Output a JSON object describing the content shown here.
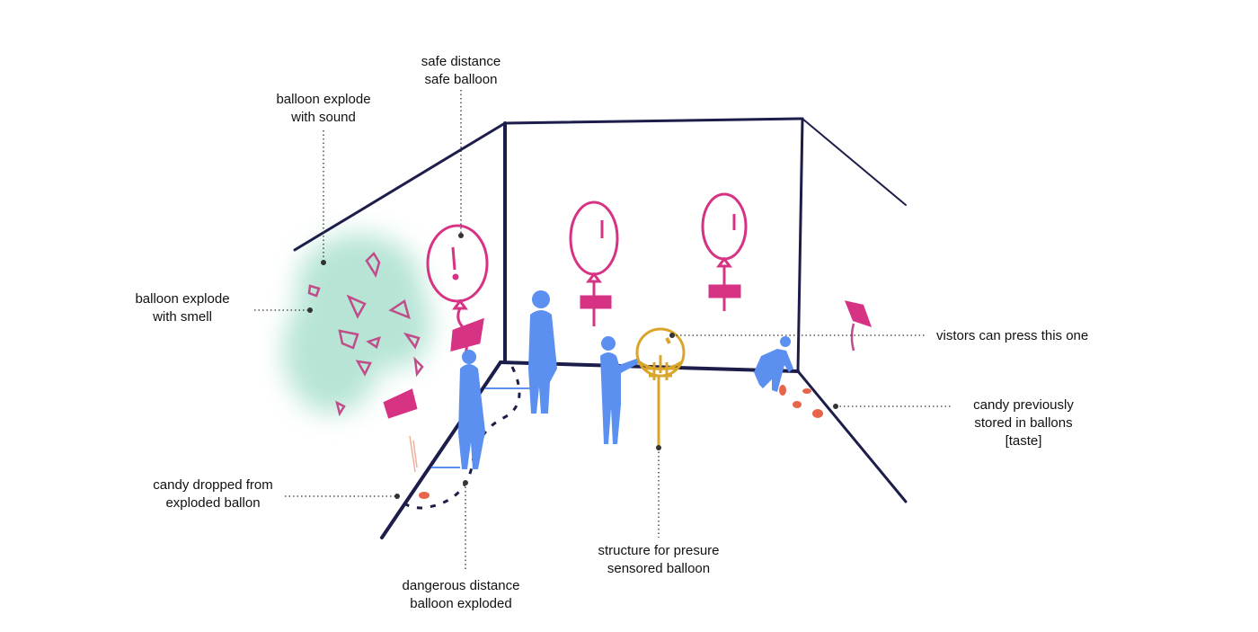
{
  "labels": {
    "safe": [
      "safe distance",
      "safe balloon"
    ],
    "sound": [
      "balloon explode",
      "with sound"
    ],
    "smell": [
      "balloon explode",
      "with smell"
    ],
    "press": [
      "vistors can press this one"
    ],
    "candy_stored": [
      "candy previously",
      "stored in ballons",
      "[taste]"
    ],
    "candy_dropped": [
      "candy dropped from",
      "exploded ballon"
    ],
    "dangerous": [
      "dangerous distance",
      "balloon exploded"
    ],
    "structure": [
      "structure for presure",
      "sensored balloon"
    ]
  },
  "colors": {
    "frame": "#1c1d4a",
    "balloon": "#d63384",
    "person": "#5b8ff0",
    "sensor_balloon": "#d9a52b",
    "candy": "#e8644a",
    "smell_cloud": "#9fdcc8",
    "leader": "#333333"
  }
}
